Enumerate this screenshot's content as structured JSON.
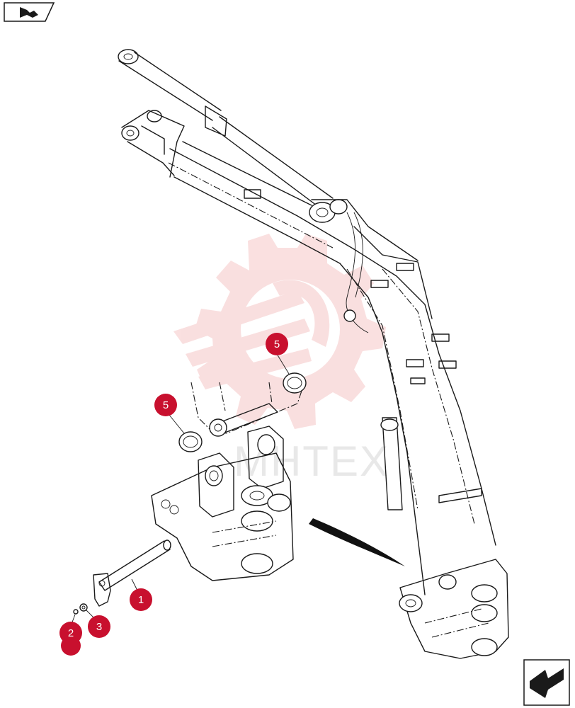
{
  "colors": {
    "callout": "#c8102e",
    "watermark": "#f5c6c6",
    "line": "#1a1a1a"
  },
  "watermark": {
    "text": "MHTEX"
  },
  "icons": {
    "top_left": "previous-page-icon",
    "bottom_right": "next-page-icon"
  },
  "callouts": [
    {
      "id": "c1",
      "label": "1"
    },
    {
      "id": "c2",
      "label": "2"
    },
    {
      "id": "c3",
      "label": "3"
    },
    {
      "id": "c5a",
      "label": "5"
    },
    {
      "id": "c5b",
      "label": "5"
    }
  ]
}
